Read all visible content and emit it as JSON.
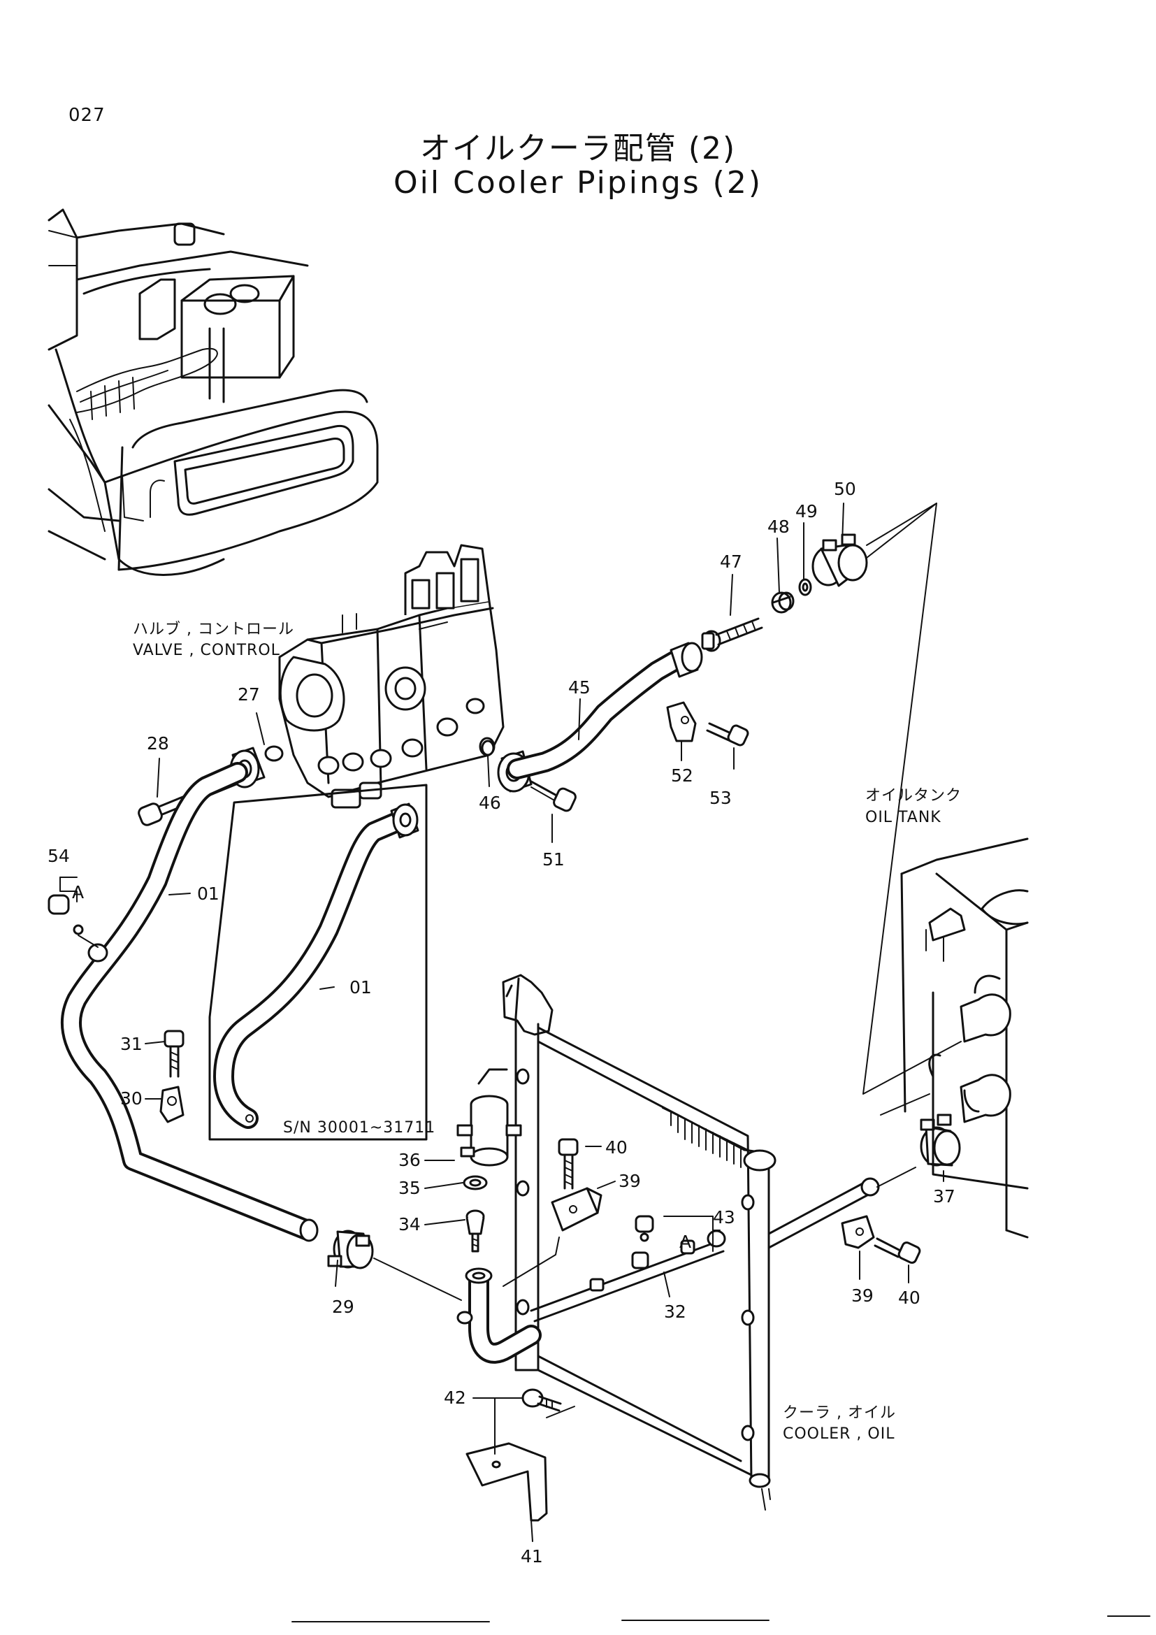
{
  "page": {
    "number": "027"
  },
  "title": {
    "jp": "オイルクーラ配管 (2)",
    "en": "Oil Cooler Pipings (2)"
  },
  "labels": {
    "valve_jp": "ハルブ , コントロール",
    "valve_en": "VALVE , CONTROL",
    "tank_jp": "オイルタンク",
    "tank_en": "OIL  TANK",
    "cooler_jp": "クーラ , オイル",
    "cooler_en": "COOLER , OIL",
    "serial": "S/N 30001~31711"
  },
  "detail_ref": {
    "a1": "A",
    "a2": "A"
  },
  "callouts": {
    "c27": "27",
    "c28": "28",
    "c01a": "01",
    "c01b": "01",
    "c54": "54",
    "c31": "31",
    "c30": "30",
    "c29": "29",
    "c36": "36",
    "c35": "35",
    "c34": "34",
    "c40a": "40",
    "c39a": "39",
    "c43": "43",
    "c32": "32",
    "c42": "42",
    "c41": "41",
    "c37": "37",
    "c39b": "39",
    "c40b": "40",
    "c45": "45",
    "c46": "46",
    "c51": "51",
    "c52": "52",
    "c53": "53",
    "c47": "47",
    "c48": "48",
    "c49": "49",
    "c50": "50"
  }
}
